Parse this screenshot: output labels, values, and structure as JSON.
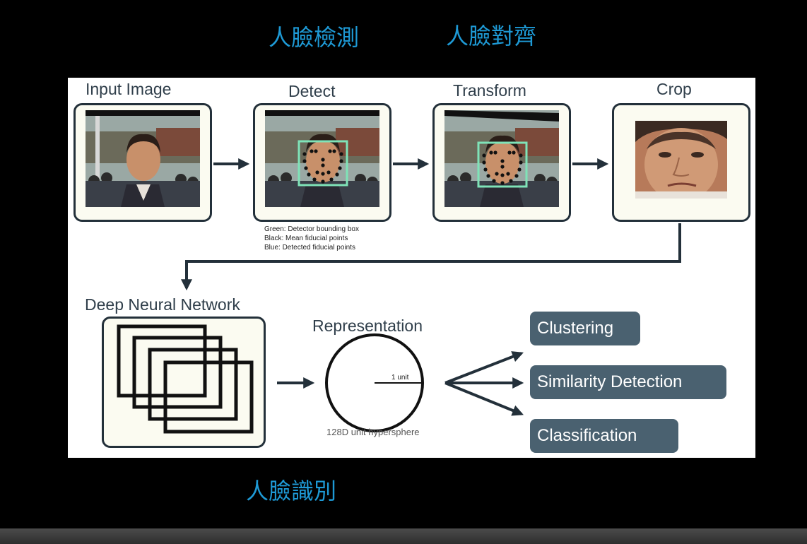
{
  "captions": {
    "face_detection": "人臉檢測",
    "face_alignment": "人臉對齊",
    "face_recognition": "人臉識別"
  },
  "pipeline": {
    "input_image": "Input Image",
    "detect": "Detect",
    "transform": "Transform",
    "crop": "Crop",
    "deep_neural_network": "Deep Neural Network",
    "representation": "Representation"
  },
  "legend": {
    "green": "Green: Detector bounding box",
    "black": "Black: Mean fiducial points",
    "blue": "Blue: Detected fiducial points"
  },
  "hypersphere": {
    "unit_label": "1 unit",
    "caption": "128D unit hypersphere"
  },
  "outputs": [
    "Clustering",
    "Similarity Detection",
    "Classification"
  ],
  "colors": {
    "caption": "#1e9ad6",
    "arrow": "#23303a",
    "output_box": "#4a6170",
    "bounding_box": "#7fe3b8"
  }
}
